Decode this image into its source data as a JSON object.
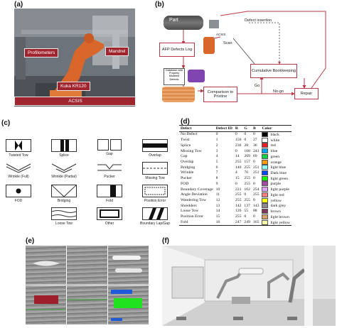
{
  "panel_labels": {
    "a": "(a)",
    "b": "(b)",
    "c": "(c)",
    "d": "(d)",
    "e": "(e)",
    "f": "(f)"
  },
  "panel_a": {
    "profilometers": "Profilometers",
    "mandrel": "Mandrel",
    "kuka": "Kuka KR120",
    "acsis": "ACSIS"
  },
  "panel_b": {
    "part": "Part",
    "scan_device": "ACSIS",
    "scan": "Scan",
    "defects_log": "AFP Defects Log",
    "defect_insertion": "Defect insertion",
    "database": "Database with Properly Modeled Defects",
    "cumulative": "Cumulative Bookkeeping",
    "comparison": "Comparison to Pristine",
    "go": "Go",
    "nogo": "No-go",
    "repair": "Repair"
  },
  "panel_c": [
    "Twisted Tow",
    "Splice",
    "Gap",
    "Overlap",
    "Wrinkle (Full)",
    "Wrinkle (Partial)",
    "Pucker",
    "Missing Tow",
    "FOD",
    "Bridging",
    "Fold",
    "Position Error",
    "",
    "",
    "Loose Tow",
    "Other",
    "Boundary Lap/Gap"
  ],
  "panel_d": {
    "headers": [
      "Defect",
      "Defect ID",
      "R",
      "G",
      "B",
      "Color"
    ],
    "rows": [
      [
        "No Defect",
        "0",
        "0",
        "0",
        "0",
        "black",
        "#000000"
      ],
      [
        "Twist",
        "1",
        "156",
        "0",
        "27",
        "white",
        "#ffffff"
      ],
      [
        "Splice",
        "2",
        "236",
        "28",
        "36",
        "red",
        "#ec1c24"
      ],
      [
        "Missing Tow",
        "3",
        "0",
        "168",
        "243",
        "blue",
        "#00a8f3"
      ],
      [
        "Gap",
        "4",
        "14",
        "209",
        "69",
        "green",
        "#0ed145"
      ],
      [
        "Overlap",
        "5",
        "255",
        "157",
        "0",
        "orange",
        "#ff9d00"
      ],
      [
        "Bridging",
        "6",
        "140",
        "255",
        "251",
        "light blue",
        "#8cfffb"
      ],
      [
        "Wrinkle",
        "7",
        "4",
        "76",
        "251",
        "Dark blue",
        "#044cfb"
      ],
      [
        "Pucker",
        "8",
        "15",
        "255",
        "0",
        "light green",
        "#0fff00"
      ],
      [
        "FOD",
        "9",
        "0",
        "255",
        "0",
        "purple",
        "#a349a4"
      ],
      [
        "Boundary Coverage",
        "10",
        "221",
        "162",
        "254",
        "light purple",
        "#dda2fe"
      ],
      [
        "Angle Deviation",
        "11",
        "255",
        "0",
        "255",
        "light red",
        "#ff7f7f"
      ],
      [
        "Wandering Tow",
        "12",
        "255",
        "255",
        "0",
        "yellow",
        "#ffff00"
      ],
      [
        "Shredders",
        "13",
        "142",
        "137",
        "143",
        "dark grey",
        "#8e898f"
      ],
      [
        "Loose Tow",
        "14",
        "126",
        "55",
        "88",
        "brown",
        "#7e3758"
      ],
      [
        "Position Error",
        "15",
        "255",
        "0",
        "0",
        "light brown",
        "#d8a06a"
      ],
      [
        "Fold",
        "16",
        "247",
        "249",
        "165",
        "light yellow",
        "#f7f9a5"
      ]
    ]
  },
  "colors": {
    "accent_red": "#a0242e",
    "flow_line": "#b83a4a"
  }
}
